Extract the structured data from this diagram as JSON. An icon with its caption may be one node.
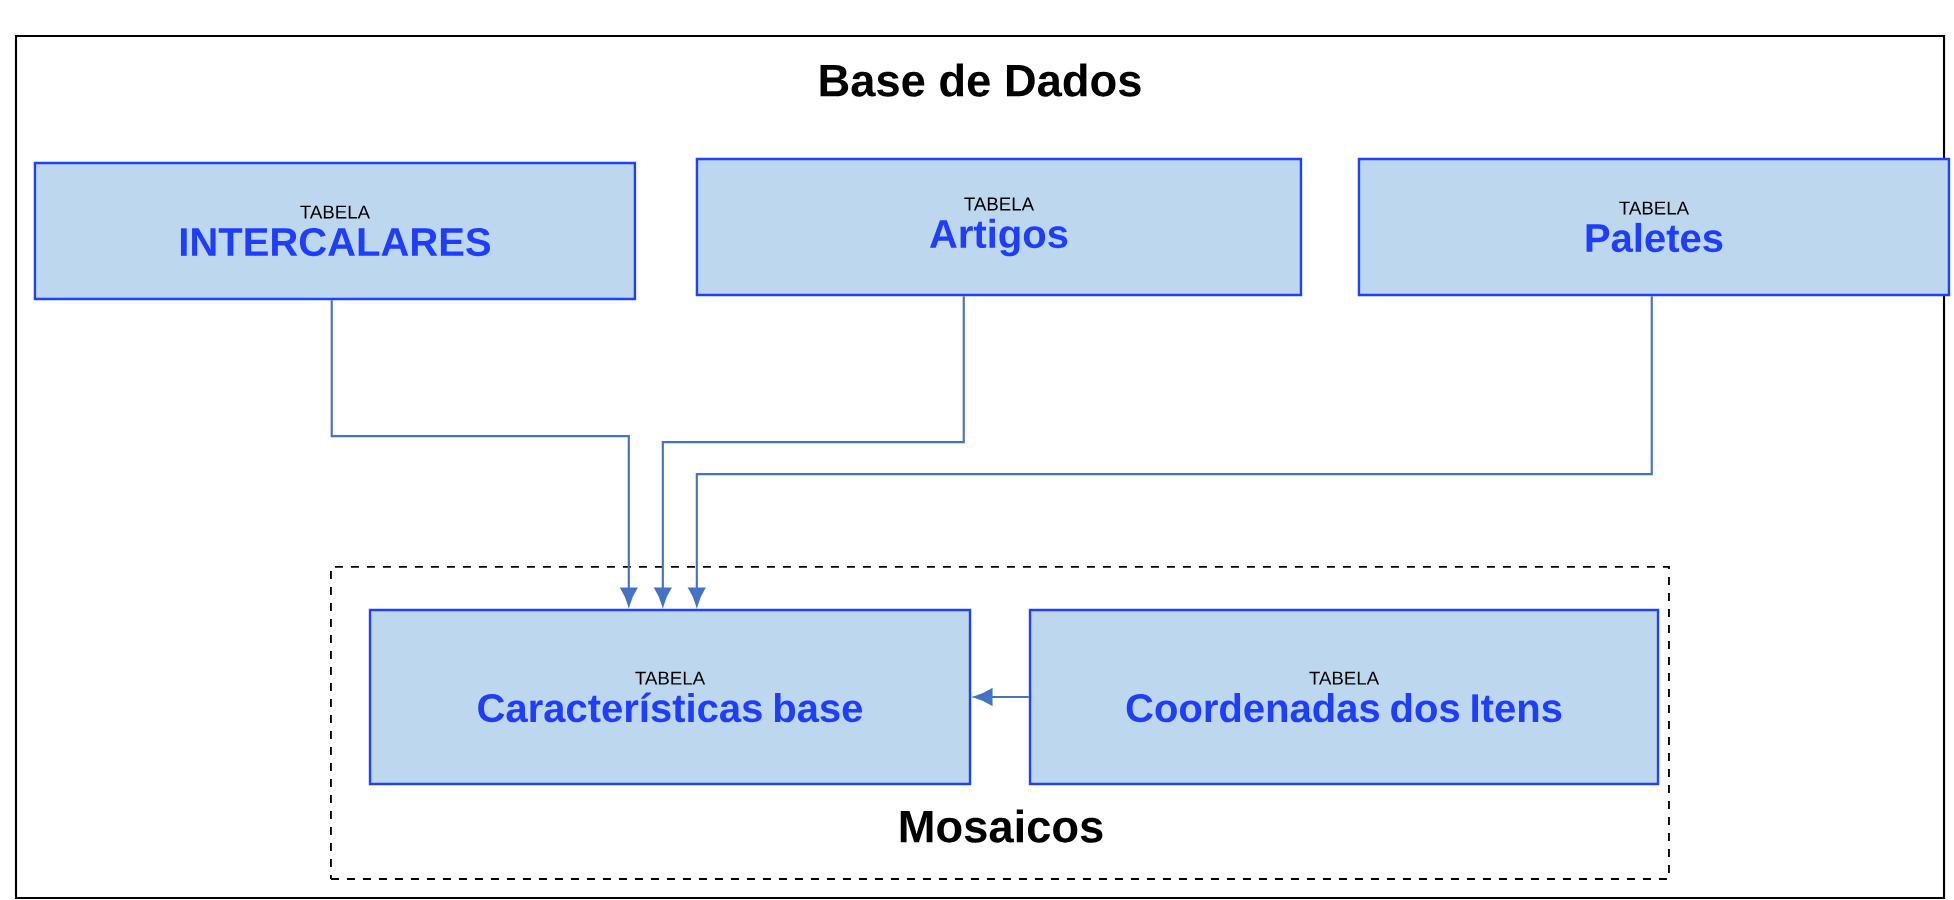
{
  "diagram": {
    "nodes": [
      {
        "text": [
          "Base de Dados"
        ]
      },
      {
        "text": [
          "TABELA",
          "INTERCALARES"
        ],
        "in": 0
      },
      {
        "text": [
          "TABELA",
          "Artigos"
        ],
        "in": 0
      },
      {
        "text": [
          "TABELA",
          "Paletes"
        ],
        "in": 0
      },
      {
        "text": [
          "Mosaicos"
        ],
        "in": 0
      },
      {
        "text": [
          "TABELA",
          "Características base"
        ],
        "in": 4
      },
      {
        "text": [
          "TABELA",
          "Coordenadas dos Itens"
        ],
        "in": 4
      }
    ],
    "edges": [
      {
        "from": 1,
        "to": 5,
        "arrow": "to"
      },
      {
        "from": 2,
        "to": 5,
        "arrow": "to"
      },
      {
        "from": 3,
        "to": 5,
        "arrow": "to"
      },
      {
        "from": 6,
        "to": 5,
        "arrow": "to"
      }
    ]
  }
}
